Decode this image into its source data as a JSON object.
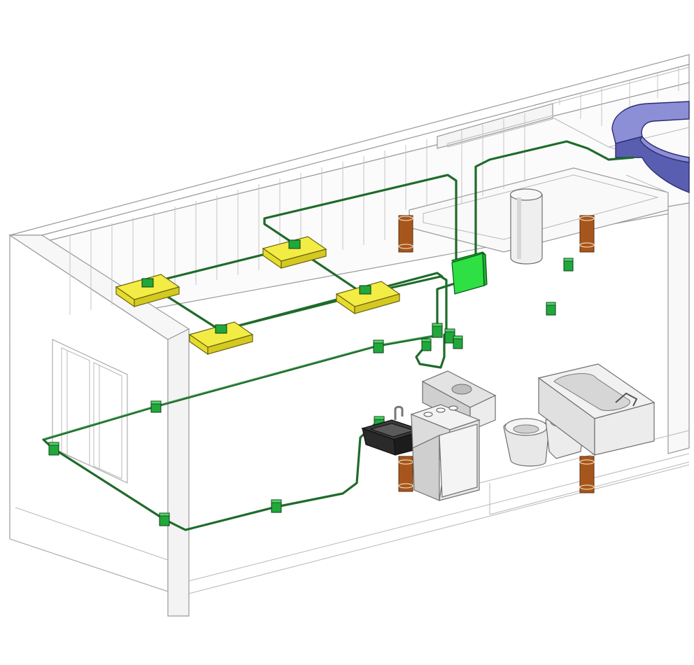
{
  "drawing": {
    "description_visible_text": "",
    "components": {
      "ceiling_lights": 4,
      "junction_boxes": 16,
      "electrical_panel": 1,
      "plumbing_pipes": 4,
      "air_duct": 1,
      "water_heater": 1,
      "sink": 1,
      "range_stove": 1,
      "toilet": 1,
      "bidet": 1,
      "bathtub": 1,
      "window": 1
    },
    "colors": {
      "wiring": "#1f6b2a",
      "junction_box": "#21a83b",
      "panel": "#2ee043",
      "light_fixture": "#f3ec45",
      "pipe": "#a6561d",
      "duct": "#8c8fd6",
      "walls": "#9a9a9a"
    }
  }
}
